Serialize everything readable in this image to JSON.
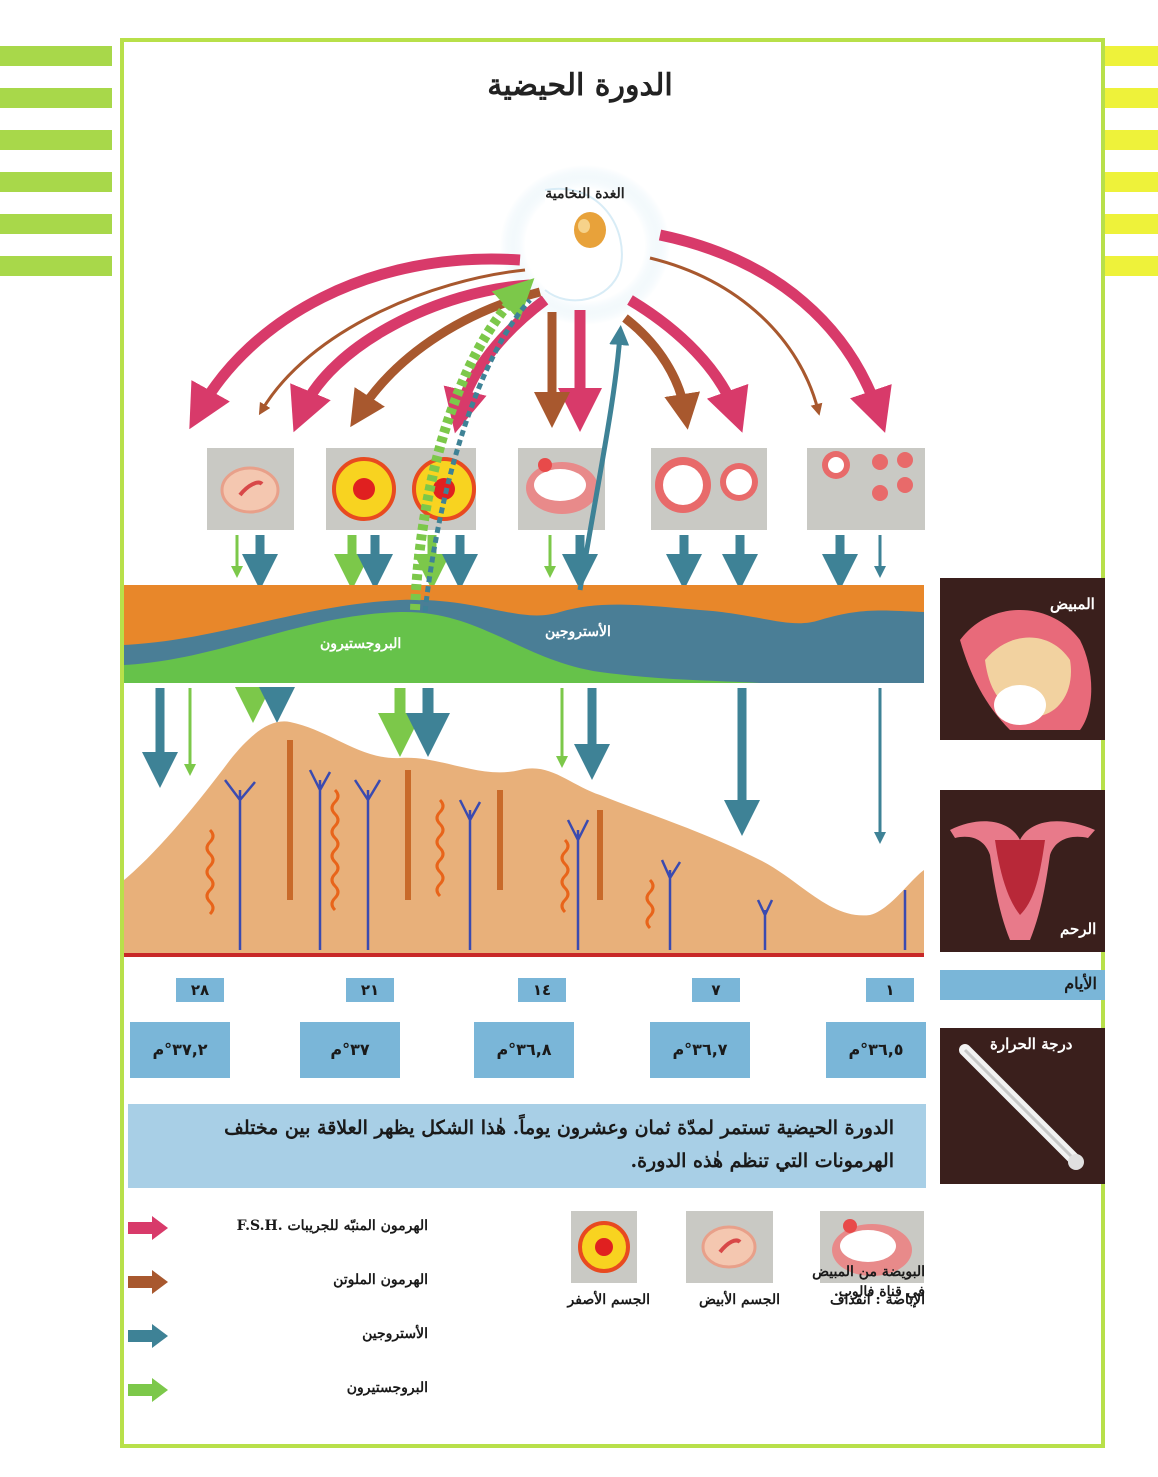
{
  "title": "الدورة الحيضية",
  "gland_label": "الغدة النخامية",
  "hormones_band": {
    "progesterone_label": "البروجستيرون",
    "estrogen_label": "الأستروجين"
  },
  "side_panels": {
    "ovary_label": "المبيض",
    "uterus_label": "الرحم",
    "days_label": "الأيام",
    "temperature_label": "درجة الحرارة"
  },
  "days": [
    "٢٨",
    "٢١",
    "١٤",
    "٧",
    "١"
  ],
  "temperatures": [
    "٣٧,٢°م",
    "٣٧°م",
    "٣٦,٨°م",
    "٣٦,٧°م",
    "٣٦,٥°م"
  ],
  "caption": "الدورة الحيضية تستمر لمدّة ثمان وعشرون يوماً. هٰذا الشكل يظهر العلاقة بين مختلف الهرمونات التي تنظم هٰذه الدورة.",
  "legend": [
    {
      "label": "الهرمون المنبّه للجريبات .F.S.H",
      "color": "#d83a6a"
    },
    {
      "label": "الهرمون الملوتن",
      "color": "#a8582e"
    },
    {
      "label": "الأستروجين",
      "color": "#3e8296"
    },
    {
      "label": "البروجستيرون",
      "color": "#7cc84a"
    }
  ],
  "key_items": {
    "corpus_luteum": "الجسم الأصفر",
    "corpus_albicans": "الجسم الأبيض",
    "ovulation": "الإباضة : انقذاف",
    "ovulation_note": "البويضة من المبيض في قناة فالوب."
  },
  "colors": {
    "fsh": "#d83a6a",
    "lh": "#a8582e",
    "estrogen": "#3e8296",
    "progesterone": "#7cc84a",
    "orange_band": "#e8872a",
    "info_blue": "#7ab6d8",
    "frame_green": "#b8e04a"
  }
}
